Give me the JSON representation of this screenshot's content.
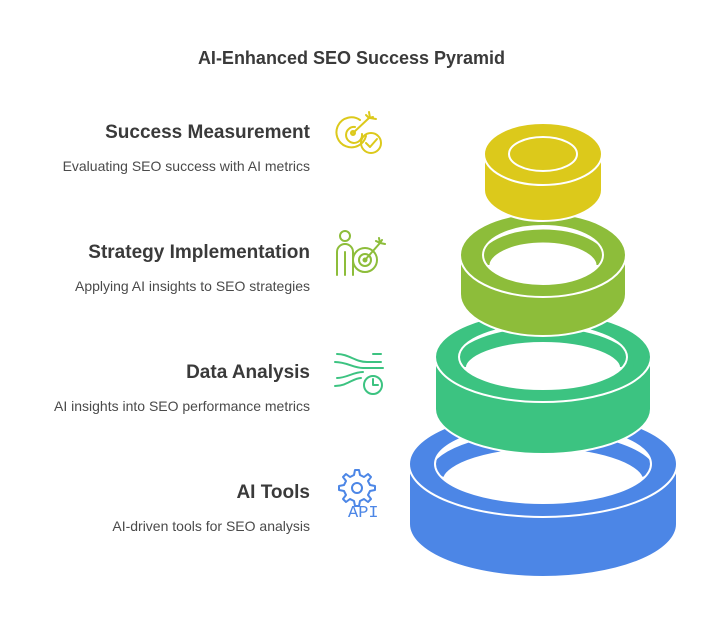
{
  "title": "AI-Enhanced SEO Success Pyramid",
  "levels": [
    {
      "title": "Success Measurement",
      "description": "Evaluating SEO success with AI metrics",
      "icon": "target-check-icon",
      "color": "#DCC91B"
    },
    {
      "title": "Strategy Implementation",
      "description": "Applying AI insights to SEO strategies",
      "icon": "person-target-icon",
      "color": "#8DBD3A"
    },
    {
      "title": "Data Analysis",
      "description": "AI insights into SEO performance metrics",
      "icon": "data-flow-clock-icon",
      "color": "#3CC381"
    },
    {
      "title": "AI Tools",
      "description": "AI-driven tools for SEO analysis",
      "icon": "gear-api-icon",
      "color": "#4C86E6",
      "icon_text": "API"
    }
  ]
}
